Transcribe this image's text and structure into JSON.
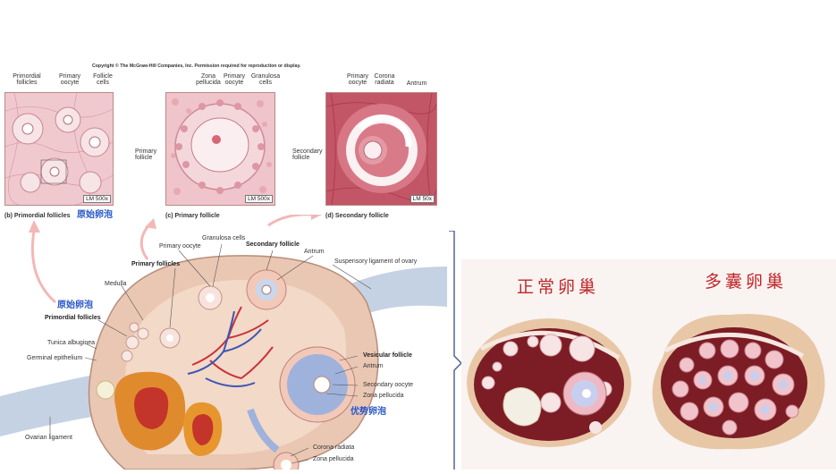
{
  "copyright": "Copyright © The McGraw-Hill Companies, Inc. Permission required for reproduction or display.",
  "panels": {
    "b": {
      "caption": "(b) Primordial follicles",
      "caption_cn": "原始卵泡",
      "magnification": "LM 500x",
      "labels": [
        "Primordial follicles",
        "Primary oocyte",
        "Follicle cells"
      ]
    },
    "c": {
      "caption": "(c) Primary follicle",
      "magnification": "LM 500x",
      "labels": [
        "Zona pellucida",
        "Primary oocyte",
        "Granulosa cells",
        "Primary follicle"
      ]
    },
    "d": {
      "caption": "(d) Secondary follicle",
      "magnification": "LM 50x",
      "labels": [
        "Primary oocyte",
        "Corona radiata",
        "Antrum",
        "Secondary follicle"
      ]
    }
  },
  "ovary": {
    "labels": {
      "primary_oocyte": "Primary oocyte",
      "granulosa_cells": "Granulosa cells",
      "secondary_follicle": "Secondary follicle",
      "antrum_top": "Antrum",
      "suspensory_ligament": "Suspensory ligament of ovary",
      "primary_follicles": "Primary follicles",
      "medulla": "Medulla",
      "primordial_cn": "原始卵泡",
      "primordial_follicles": "Primordial follicles",
      "tunica_albuginea": "Tunica albuginea",
      "germinal_epithelium": "Germinal epithelium",
      "vesicular_follicle": "Vesicular follicle",
      "antrum": "Antrum",
      "secondary_oocyte": "Secondary oocyte",
      "zona_pellucida": "Zona pellucida",
      "dominant_cn": "优势卵泡",
      "ovarian_ligament": "Ovarian ligament",
      "corona_radiata": "Corona radiata",
      "zona_pellucida_bottom": "Zona pellucida"
    }
  },
  "comparison": {
    "normal": "正常卵巢",
    "polycystic": "多囊卵巢"
  },
  "colors": {
    "tissue_pink": "#f3d3d6",
    "stroma": "#f0ccb4",
    "accent_red": "#c0282a",
    "label_blue": "#2a58c8",
    "ovary_dark": "#7e1c24"
  }
}
